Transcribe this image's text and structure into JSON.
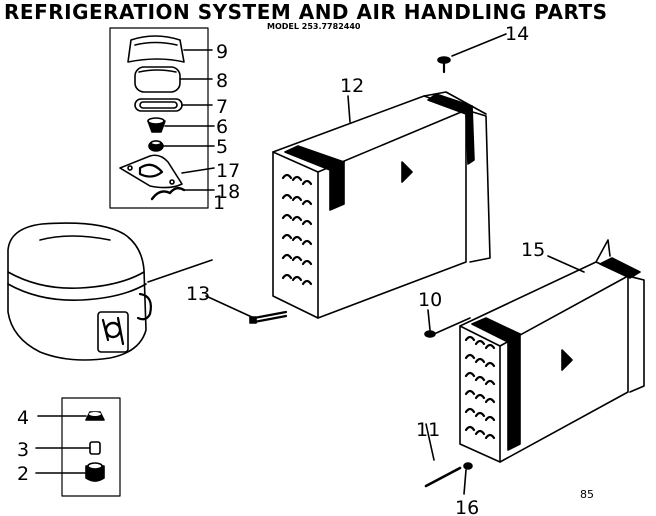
{
  "header": {
    "title": "REFRIGERATION SYSTEM AND AIR HANDLING PARTS",
    "model": "MODEL 253.7782440"
  },
  "page_number": "85",
  "callouts": {
    "c1": "1",
    "c2": "2",
    "c3": "3",
    "c4": "4",
    "c5": "5",
    "c6": "6",
    "c7": "7",
    "c8": "8",
    "c9": "9",
    "c10": "10",
    "c11": "11",
    "c12": "12",
    "c13": "13",
    "c14": "14",
    "c15": "15",
    "c16": "16",
    "c17": "17",
    "c18": "18"
  }
}
